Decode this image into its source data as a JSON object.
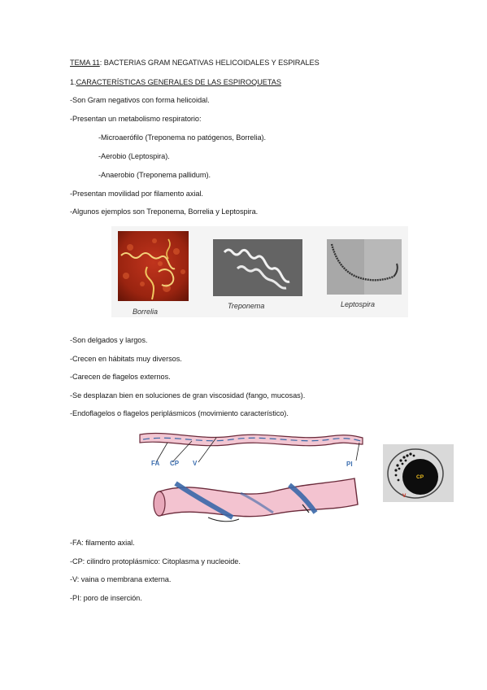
{
  "title": {
    "prefix": "TEMA 11",
    "rest": ": BACTERIAS GRAM NEGATIVAS HELICOIDALES Y ESPIRALES"
  },
  "section": {
    "number": "1.",
    "heading": "CARACTERÍSTICAS GENERALES DE LAS ESPIROQUETAS"
  },
  "list1": [
    "-Son Gram negativos con forma helicoidal.",
    "-Presentan un metabolismo respiratorio:"
  ],
  "sublist": [
    "-Microaerófilo (Treponema no patógenos, Borrelia).",
    "-Aerobio (Leptospira).",
    "-Anaerobio (Treponema pallidum)."
  ],
  "list2": [
    "-Presentan movilidad por filamento axial.",
    "-Algunos ejemplos son Treponema, Borrelia y Leptospira."
  ],
  "figure1": {
    "captions": [
      "Borrelia",
      "Treponema",
      "Leptospira"
    ]
  },
  "list3": [
    "-Son delgados y largos.",
    "-Crecen en hábitats muy diversos.",
    "-Carecen de flagelos externos.",
    "-Se desplazan bien en soluciones de gran viscosidad (fango, mucosas).",
    "-Endoflagelos o flagelos periplásmicos (movimiento característico)."
  ],
  "figure2": {
    "labels": {
      "fa": "FA",
      "cp": "CP",
      "v": "V",
      "pi": "PI"
    },
    "cross_section": {
      "cp": "CP",
      "v": "V"
    }
  },
  "list4": [
    "-FA: filamento axial.",
    "-CP: cilindro protoplásmico: Citoplasma y nucleoide.",
    "-V: vaina o membrana externa.",
    "-PI: poro de inserción."
  ]
}
